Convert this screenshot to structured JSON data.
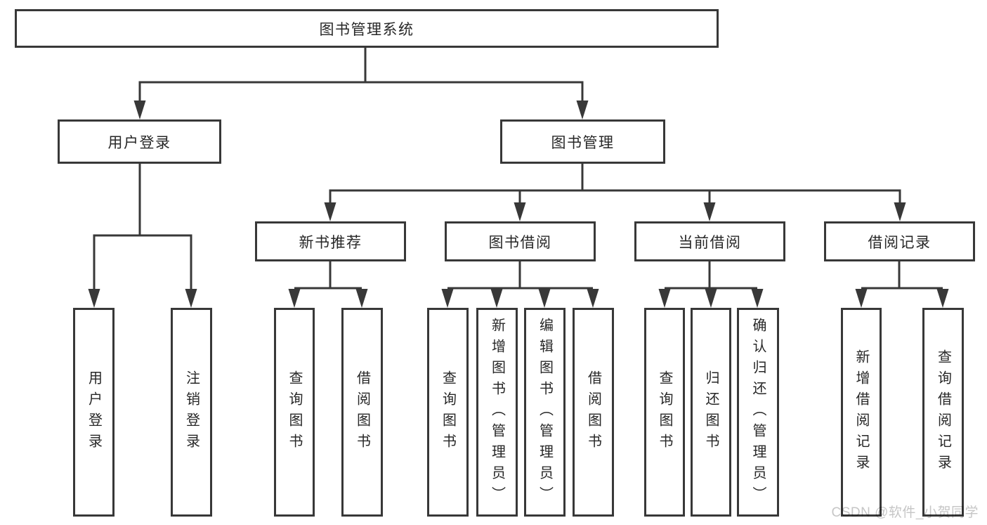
{
  "diagram": {
    "root": {
      "label": "图书管理系统"
    },
    "branches": [
      {
        "label": "用户登录",
        "children": [
          {
            "label": "用户登录"
          },
          {
            "label": "注销登录"
          }
        ]
      },
      {
        "label": "图书管理",
        "children": [
          {
            "label": "新书推荐",
            "children": [
              {
                "label": "查询图书"
              },
              {
                "label": "借阅图书"
              }
            ]
          },
          {
            "label": "图书借阅",
            "children": [
              {
                "label": "查询图书"
              },
              {
                "label": "新增图书（管理员）"
              },
              {
                "label": "编辑图书（管理员）"
              },
              {
                "label": "借阅图书"
              }
            ]
          },
          {
            "label": "当前借阅",
            "children": [
              {
                "label": "查询图书"
              },
              {
                "label": "归还图书"
              },
              {
                "label": "确认归还（管理员）"
              }
            ]
          },
          {
            "label": "借阅记录",
            "children": [
              {
                "label": "新增借阅记录"
              },
              {
                "label": "查询借阅记录"
              }
            ]
          }
        ]
      }
    ],
    "watermark": {
      "text": "CSDN @软件_小贺同学"
    },
    "colors": {
      "line": "#383838",
      "box_border": "#383838",
      "text": "#272727",
      "watermark": "#c6c6c6",
      "background": "#ffffff"
    }
  }
}
